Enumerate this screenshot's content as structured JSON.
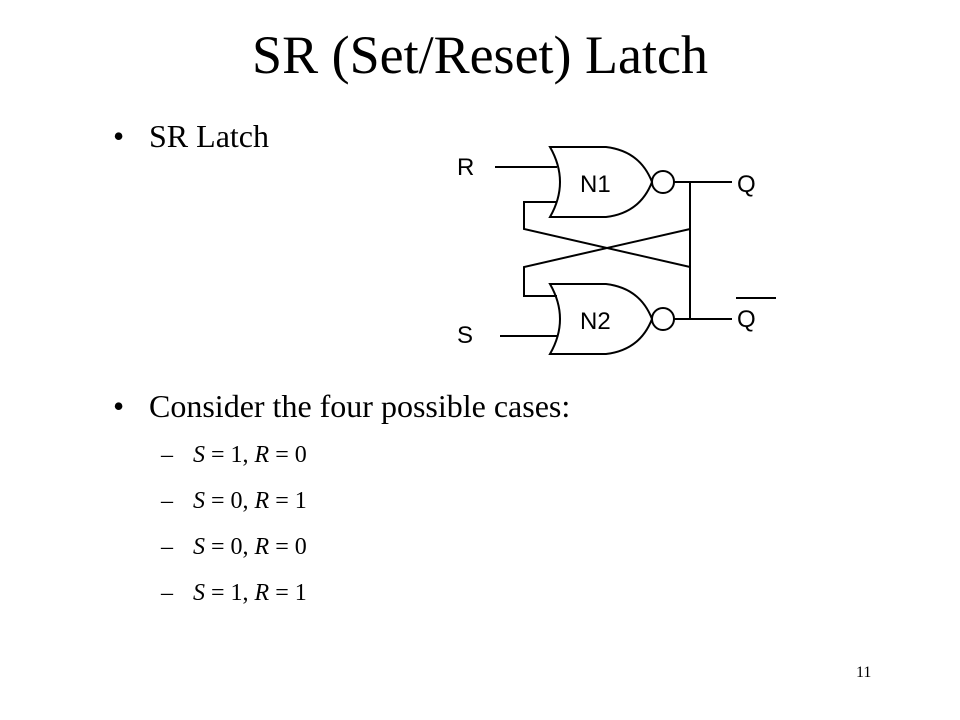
{
  "slide": {
    "title": "SR (Set/Reset) Latch",
    "bullets": [
      "SR Latch",
      "Consider the four possible cases:"
    ],
    "bullet_symbol": "•",
    "dash_symbol": "–",
    "cases": [
      {
        "s_var": "S",
        "s_val": " = 1, ",
        "r_var": "R",
        "r_val": " = 0"
      },
      {
        "s_var": "S",
        "s_val": " = 0, ",
        "r_var": "R",
        "r_val": " = 1"
      },
      {
        "s_var": "S",
        "s_val": " = 0, ",
        "r_var": "R",
        "r_val": " = 0"
      },
      {
        "s_var": "S",
        "s_val": " = 1, ",
        "r_var": "R",
        "r_val": " = 1"
      }
    ],
    "page_number": "11"
  },
  "diagram": {
    "input_r": "R",
    "input_s": "S",
    "gate_top": "N1",
    "gate_bottom": "N2",
    "output_q": "Q",
    "output_qbar": "Q"
  }
}
